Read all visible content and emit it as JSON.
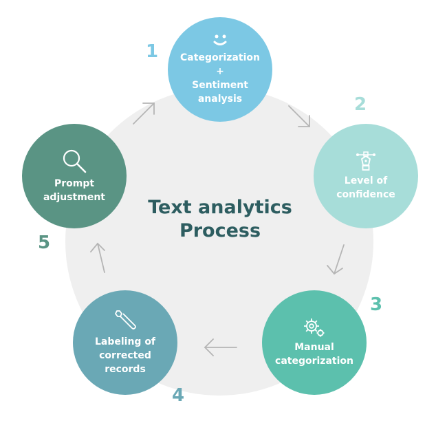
{
  "title": {
    "line1": "Text analytics",
    "line2": "Process"
  },
  "steps": [
    {
      "number": "1",
      "lines": [
        "Categorization",
        "+",
        "Sentiment",
        "analysis"
      ],
      "icon": "smiley-icon",
      "color": "#7cc8e4",
      "number_color": "#7cc8e4"
    },
    {
      "number": "2",
      "lines": [
        "Level of",
        "confidence"
      ],
      "icon": "pen-tool-icon",
      "color": "#a7ddd9",
      "number_color": "#a7ddd9"
    },
    {
      "number": "3",
      "lines": [
        "Manual",
        "categorization"
      ],
      "icon": "gears-icon",
      "color": "#5cc0ad",
      "number_color": "#5cc0ad"
    },
    {
      "number": "4",
      "lines": [
        "Labeling of",
        "corrected",
        "records"
      ],
      "icon": "wrench-icon",
      "color": "#6aa8b5",
      "number_color": "#6aa8b5"
    },
    {
      "number": "5",
      "lines": [
        "Prompt",
        "adjustment"
      ],
      "icon": "magnifier-icon",
      "color": "#5a9484",
      "number_color": "#5a9484"
    }
  ],
  "colors": {
    "background_circle": "#efefef",
    "title": "#2d5d60",
    "arrow": "#b5b5b5"
  }
}
